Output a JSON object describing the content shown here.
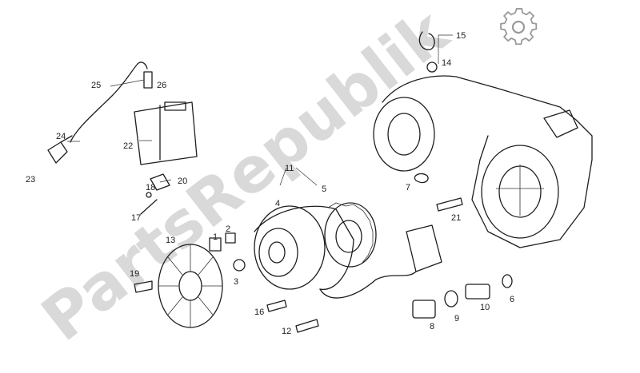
{
  "watermark": {
    "text": "PartsRepublik"
  },
  "labels": {
    "n1": "1",
    "n2": "2",
    "n3": "3",
    "n4": "4",
    "n5": "5",
    "n6": "6",
    "n7": "7",
    "n8": "8",
    "n9": "9",
    "n10": "10",
    "n11": "11",
    "n12": "12",
    "n13": "13",
    "n14": "14",
    "n15": "15",
    "n16": "16",
    "n17": "17",
    "n18": "18",
    "n19": "19",
    "n20": "20",
    "n21": "21",
    "n22": "22",
    "n23": "23",
    "n24": "24",
    "n25": "25",
    "n26": "26"
  },
  "icons": {
    "corner": "gear-icon"
  }
}
